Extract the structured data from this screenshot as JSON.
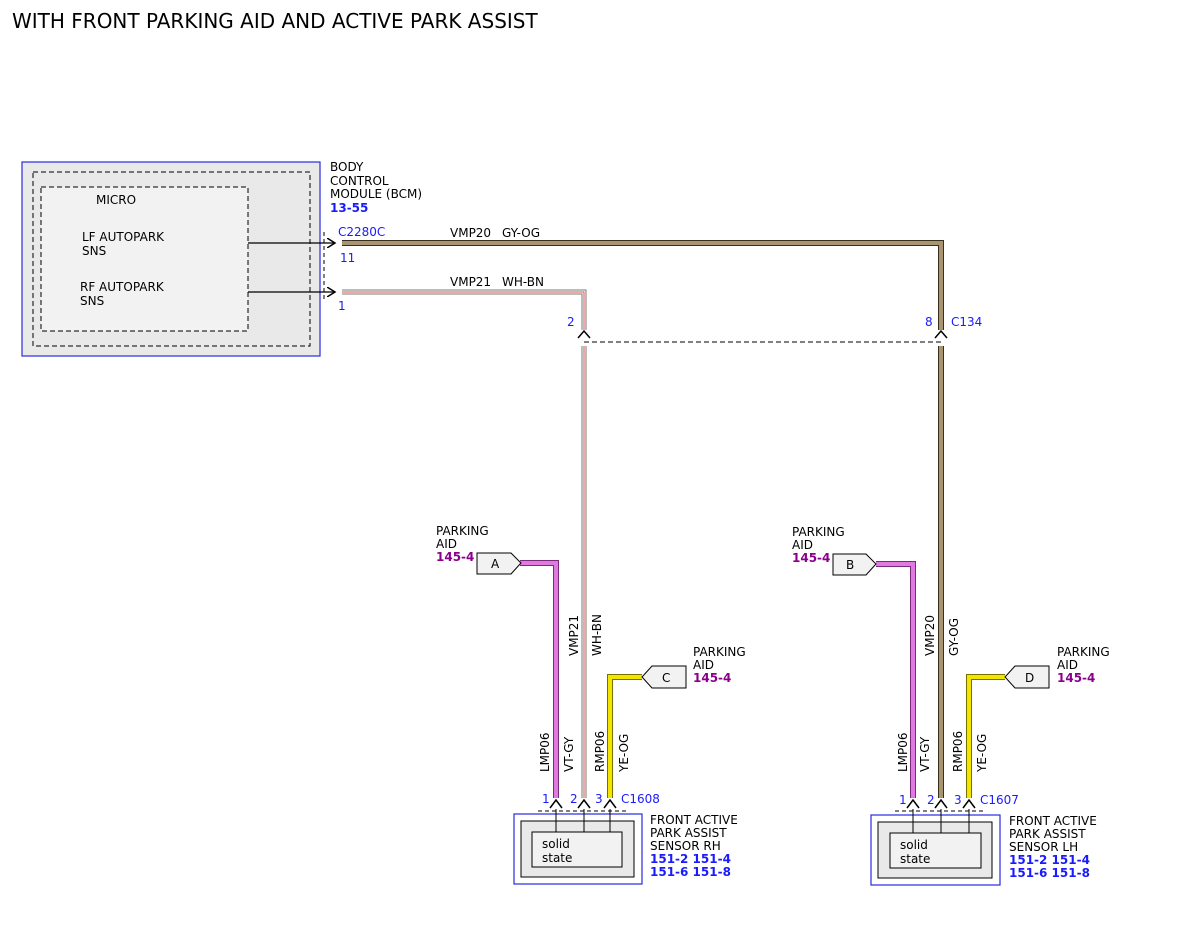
{
  "title": "WITH FRONT PARKING AID AND ACTIVE PARK ASSIST",
  "bcm": {
    "name_lines": [
      "BODY",
      "CONTROL",
      "MODULE (BCM)"
    ],
    "ref": "13-55",
    "micro": "MICRO",
    "lf_lines": [
      "LF AUTOPARK",
      "SNS"
    ],
    "rf_lines": [
      "RF AUTOPARK",
      "SNS"
    ],
    "connector": "C2280C",
    "pin_lf": "11",
    "pin_rf": "1"
  },
  "c134": {
    "name": "C134",
    "pin_vmp21": "2",
    "pin_vmp20": "8"
  },
  "wires": {
    "vmp20": {
      "circuit": "VMP20",
      "color": "GY-OG",
      "hex": "#9c8a6a"
    },
    "vmp21": {
      "circuit": "VMP21",
      "color": "WH-BN",
      "hex": "#d9534f"
    },
    "lmp06": {
      "circuit": "LMP06",
      "color": "VT-GY",
      "hex": "#d94fd9"
    },
    "rmp06": {
      "circuit": "RMP06",
      "color": "YE-OG",
      "hex": "#f0e000"
    }
  },
  "parking_aid": {
    "label_lines": [
      "PARKING",
      "AID"
    ],
    "ref": "145-4",
    "connectors": [
      "A",
      "B",
      "C",
      "D"
    ]
  },
  "sensor_rh": {
    "name_lines": [
      "FRONT ACTIVE",
      "PARK ASSIST",
      "SENSOR RH"
    ],
    "refs": [
      "151-2 151-4",
      "151-6 151-8"
    ],
    "connector": "C1608",
    "pins": [
      "1",
      "2",
      "3"
    ],
    "inner_lines": [
      "solid",
      "state"
    ]
  },
  "sensor_lh": {
    "name_lines": [
      "FRONT ACTIVE",
      "PARK ASSIST",
      "SENSOR LH"
    ],
    "refs": [
      "151-2 151-4",
      "151-6 151-8"
    ],
    "connector": "C1607",
    "pins": [
      "1",
      "2",
      "3"
    ],
    "inner_lines": [
      "solid",
      "state"
    ]
  }
}
